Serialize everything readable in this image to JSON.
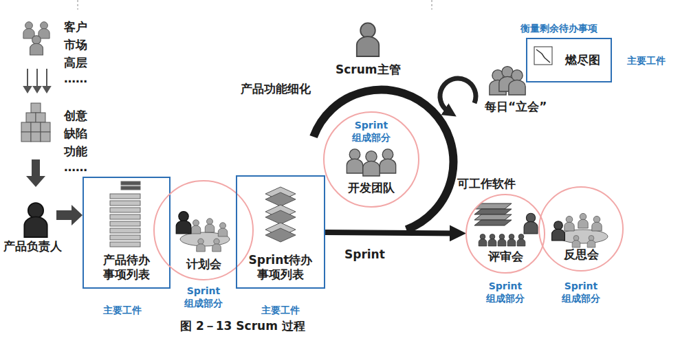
{
  "diagram": {
    "caption": "图 2－13 Scrum 过程",
    "nodes": [
      {
        "text": [
          "产品待办事项列表"
        ]
      },
      {
        "text": [
          "计划会"
        ]
      },
      {
        "text": [
          "Sprint待办事项列表"
        ]
      },
      {
        "text": [
          "Sprint 组成部分",
          "开发团队"
        ]
      },
      {
        "text": [
          "评审会"
        ]
      },
      {
        "text": [
          "反思会"
        ]
      },
      {
        "text": [
          "燃尽图"
        ]
      }
    ],
    "edges": [
      {
        "from": 2,
        "to": 4,
        "arrow": "to",
        "label": "Sprint"
      }
    ],
    "labels": [
      "客户",
      "市场",
      "高层",
      "……",
      "创意",
      "缺陷",
      "功能",
      "……",
      "产品负责人",
      "主要工件",
      "Sprint 组成部分",
      "主要工件",
      "Scrum主管",
      "产品功能细化",
      "每日“立会”",
      "衡量剩余待办事项",
      "主要工件",
      "可工作软件",
      "Sprint 组成部分",
      "Sprint 组成部分"
    ]
  }
}
